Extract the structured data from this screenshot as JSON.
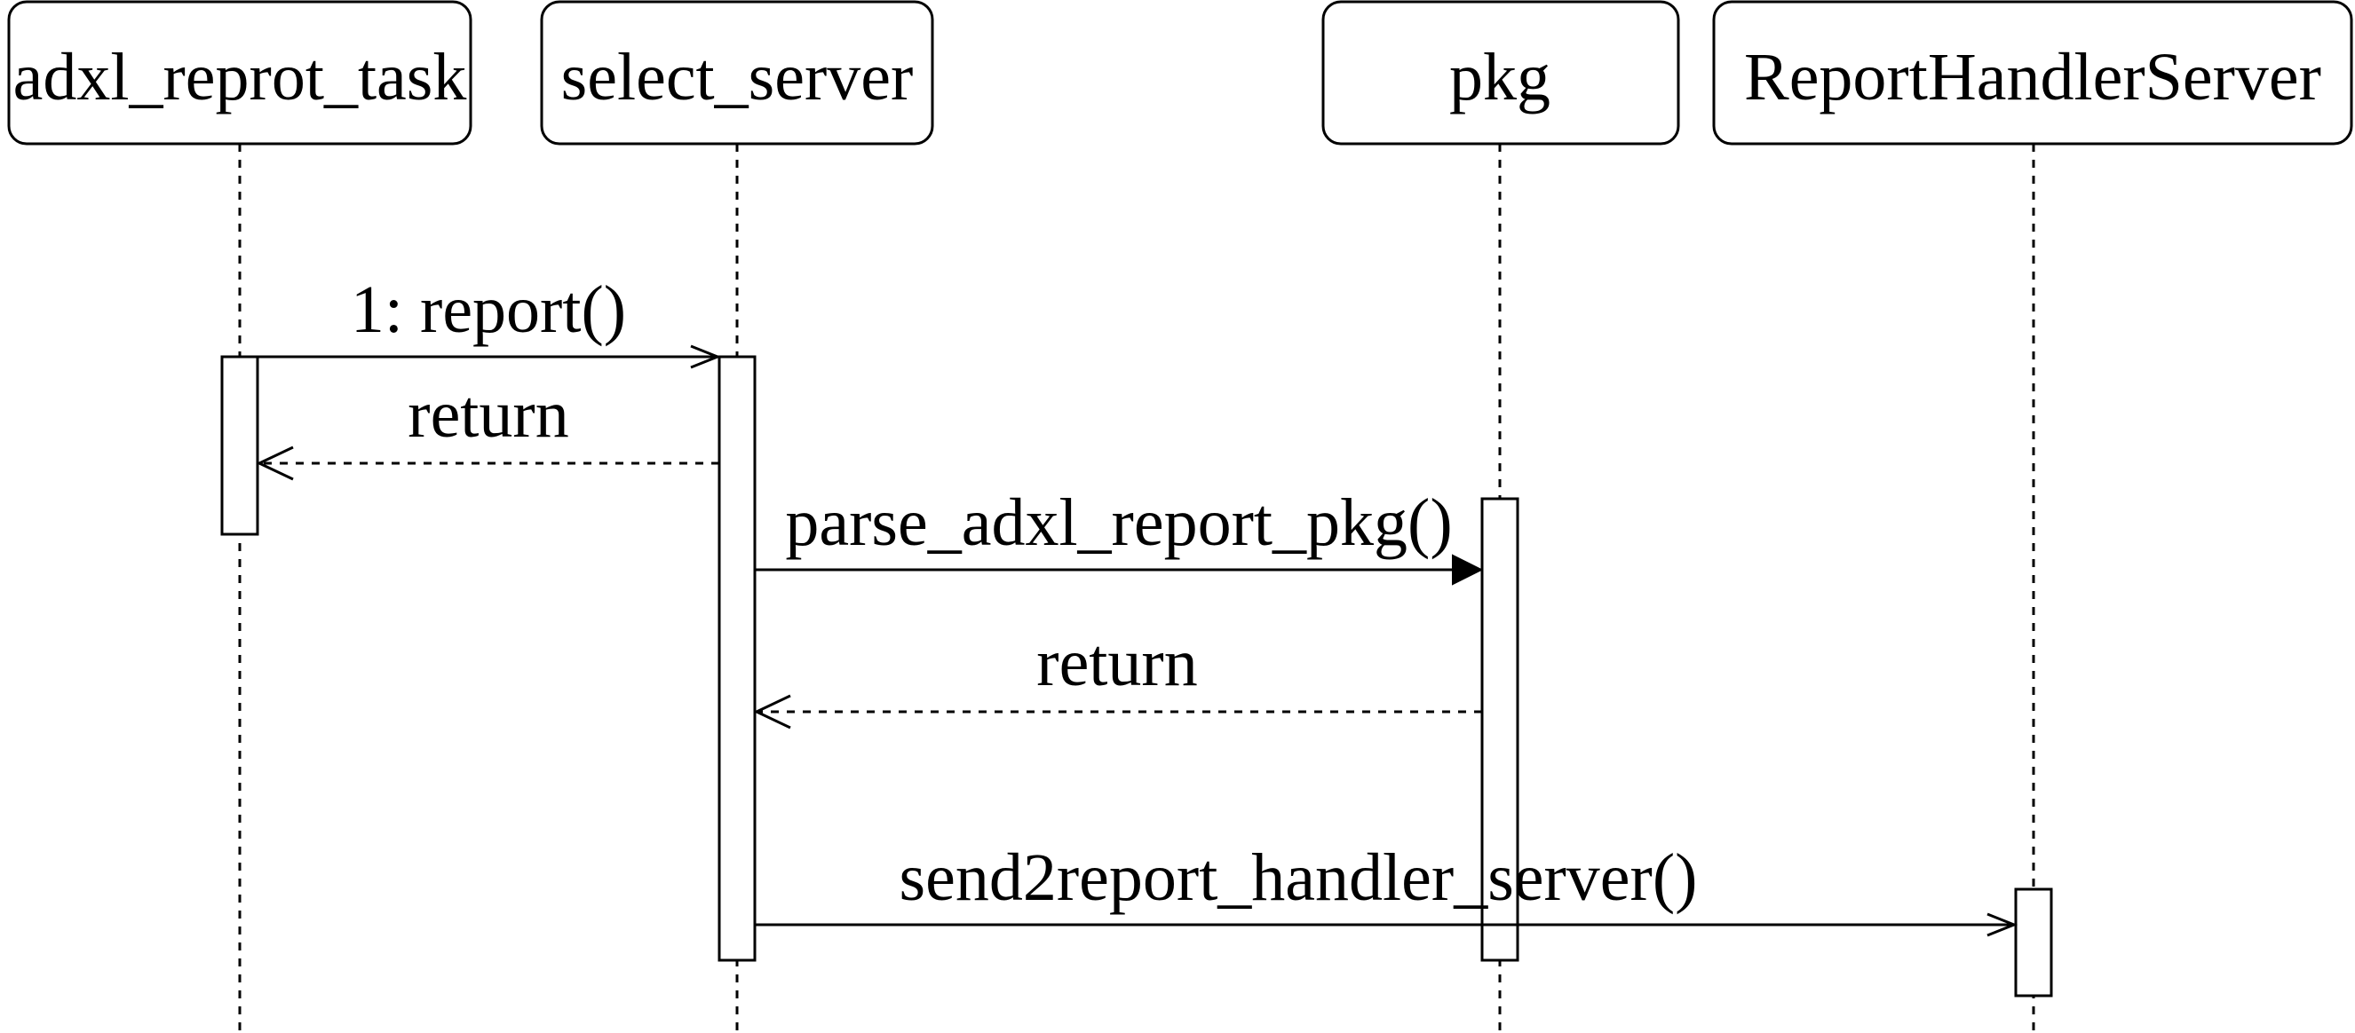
{
  "participants": [
    {
      "id": "adxl_reprot_task",
      "label": "adxl_reprot_task"
    },
    {
      "id": "select_server",
      "label": "select_server"
    },
    {
      "id": "pkg",
      "label": "pkg"
    },
    {
      "id": "ReportHandlerServer",
      "label": "ReportHandlerServer"
    }
  ],
  "messages": [
    {
      "from": "adxl_reprot_task",
      "to": "select_server",
      "label": "1: report()",
      "kind": "call",
      "arrow": "open"
    },
    {
      "from": "select_server",
      "to": "adxl_reprot_task",
      "label": "return",
      "kind": "return",
      "arrow": "open"
    },
    {
      "from": "select_server",
      "to": "pkg",
      "label": "parse_adxl_report_pkg()",
      "kind": "call",
      "arrow": "filled"
    },
    {
      "from": "pkg",
      "to": "select_server",
      "label": "return",
      "kind": "return",
      "arrow": "open"
    },
    {
      "from": "select_server",
      "to": "ReportHandlerServer",
      "label": "send2report_handler_server()",
      "kind": "call",
      "arrow": "open"
    }
  ],
  "colors": {
    "stroke": "#000000",
    "background": "#ffffff"
  }
}
